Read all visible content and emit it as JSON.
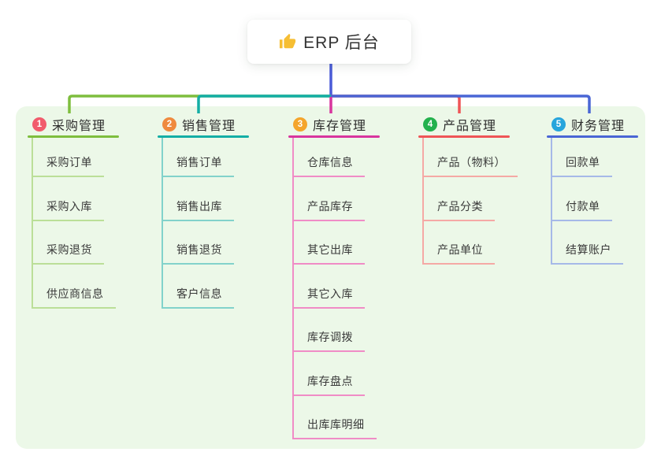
{
  "root": {
    "title": "ERP 后台",
    "icon": "thumbs-up-icon",
    "line_color": "#4A5BD8"
  },
  "board": {
    "background": "#ECF8E8"
  },
  "branches": [
    {
      "number": "1",
      "title": "采购管理",
      "badge_color": "#F15B6C",
      "line_color": "#7EBE3E",
      "child_line_color": "#BBDF98",
      "children": [
        "采购订单",
        "采购入库",
        "采购退货",
        "供应商信息"
      ]
    },
    {
      "number": "2",
      "title": "销售管理",
      "badge_color": "#EF8A3E",
      "line_color": "#14AEA5",
      "child_line_color": "#82D2CB",
      "children": [
        "销售订单",
        "销售出库",
        "销售退货",
        "客户信息"
      ]
    },
    {
      "number": "3",
      "title": "库存管理",
      "badge_color": "#F4A52C",
      "line_color": "#D8359E",
      "child_line_color": "#F08CC6",
      "children": [
        "仓库信息",
        "产品库存",
        "其它出库",
        "其它入库",
        "库存调拨",
        "库存盘点",
        "出库库明细"
      ]
    },
    {
      "number": "4",
      "title": "产品管理",
      "badge_color": "#23B14D",
      "line_color": "#EF5557",
      "child_line_color": "#F5A9A5",
      "children": [
        "产品（物料）",
        "产品分类",
        "产品单位"
      ]
    },
    {
      "number": "5",
      "title": "财务管理",
      "badge_color": "#27A5DC",
      "line_color": "#4A66D5",
      "child_line_color": "#A6B9E8",
      "children": [
        "回款单",
        "付款单",
        "结算账户"
      ]
    }
  ]
}
